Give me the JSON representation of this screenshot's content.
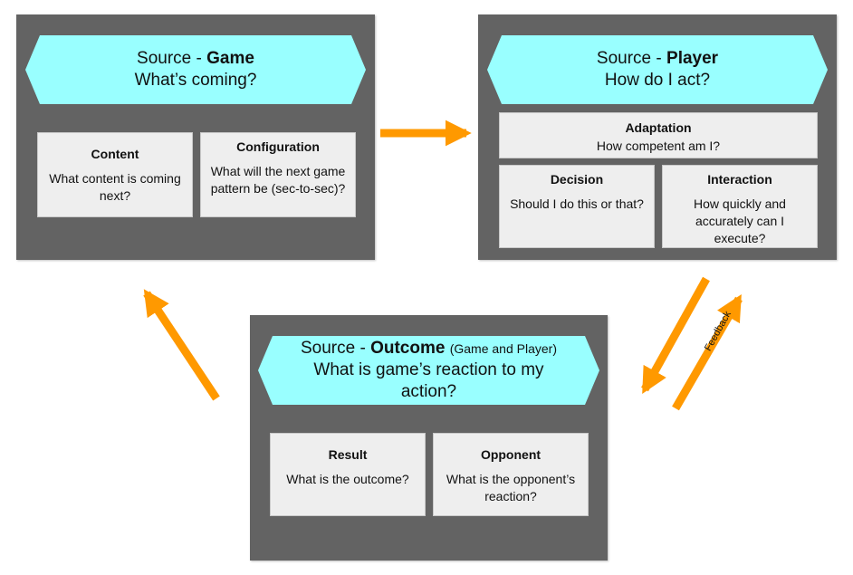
{
  "game": {
    "banner_prefix": "Source - ",
    "banner_bold": "Game",
    "banner_subtitle": "What’s coming?",
    "cards": [
      {
        "title": "Content",
        "body": "What content is coming next?"
      },
      {
        "title": "Configuration",
        "body": "What will the next game pattern be (sec-to-sec)?"
      }
    ]
  },
  "player": {
    "banner_prefix": "Source - ",
    "banner_bold": "Player",
    "banner_subtitle": "How do I act?",
    "adaptation": {
      "title": "Adaptation",
      "body": "How competent am I?"
    },
    "cards": [
      {
        "title": "Decision",
        "body": "Should I do this or that?"
      },
      {
        "title": "Interaction",
        "body": "How quickly and accurately can I execute?"
      }
    ]
  },
  "outcome": {
    "banner_prefix": "Source - ",
    "banner_bold": "Outcome",
    "banner_paren": "(Game and Player)",
    "banner_subtitle": "What is game’s reaction to my action?",
    "cards": [
      {
        "title": "Result",
        "body": "What is the outcome?"
      },
      {
        "title": "Opponent",
        "body": "What is the opponent’s reaction?"
      }
    ]
  },
  "feedback_label": "Feedback",
  "colors": {
    "panel": "#636363",
    "banner": "#99ffff",
    "card": "#eeeeee",
    "arrow": "#ff9900"
  }
}
